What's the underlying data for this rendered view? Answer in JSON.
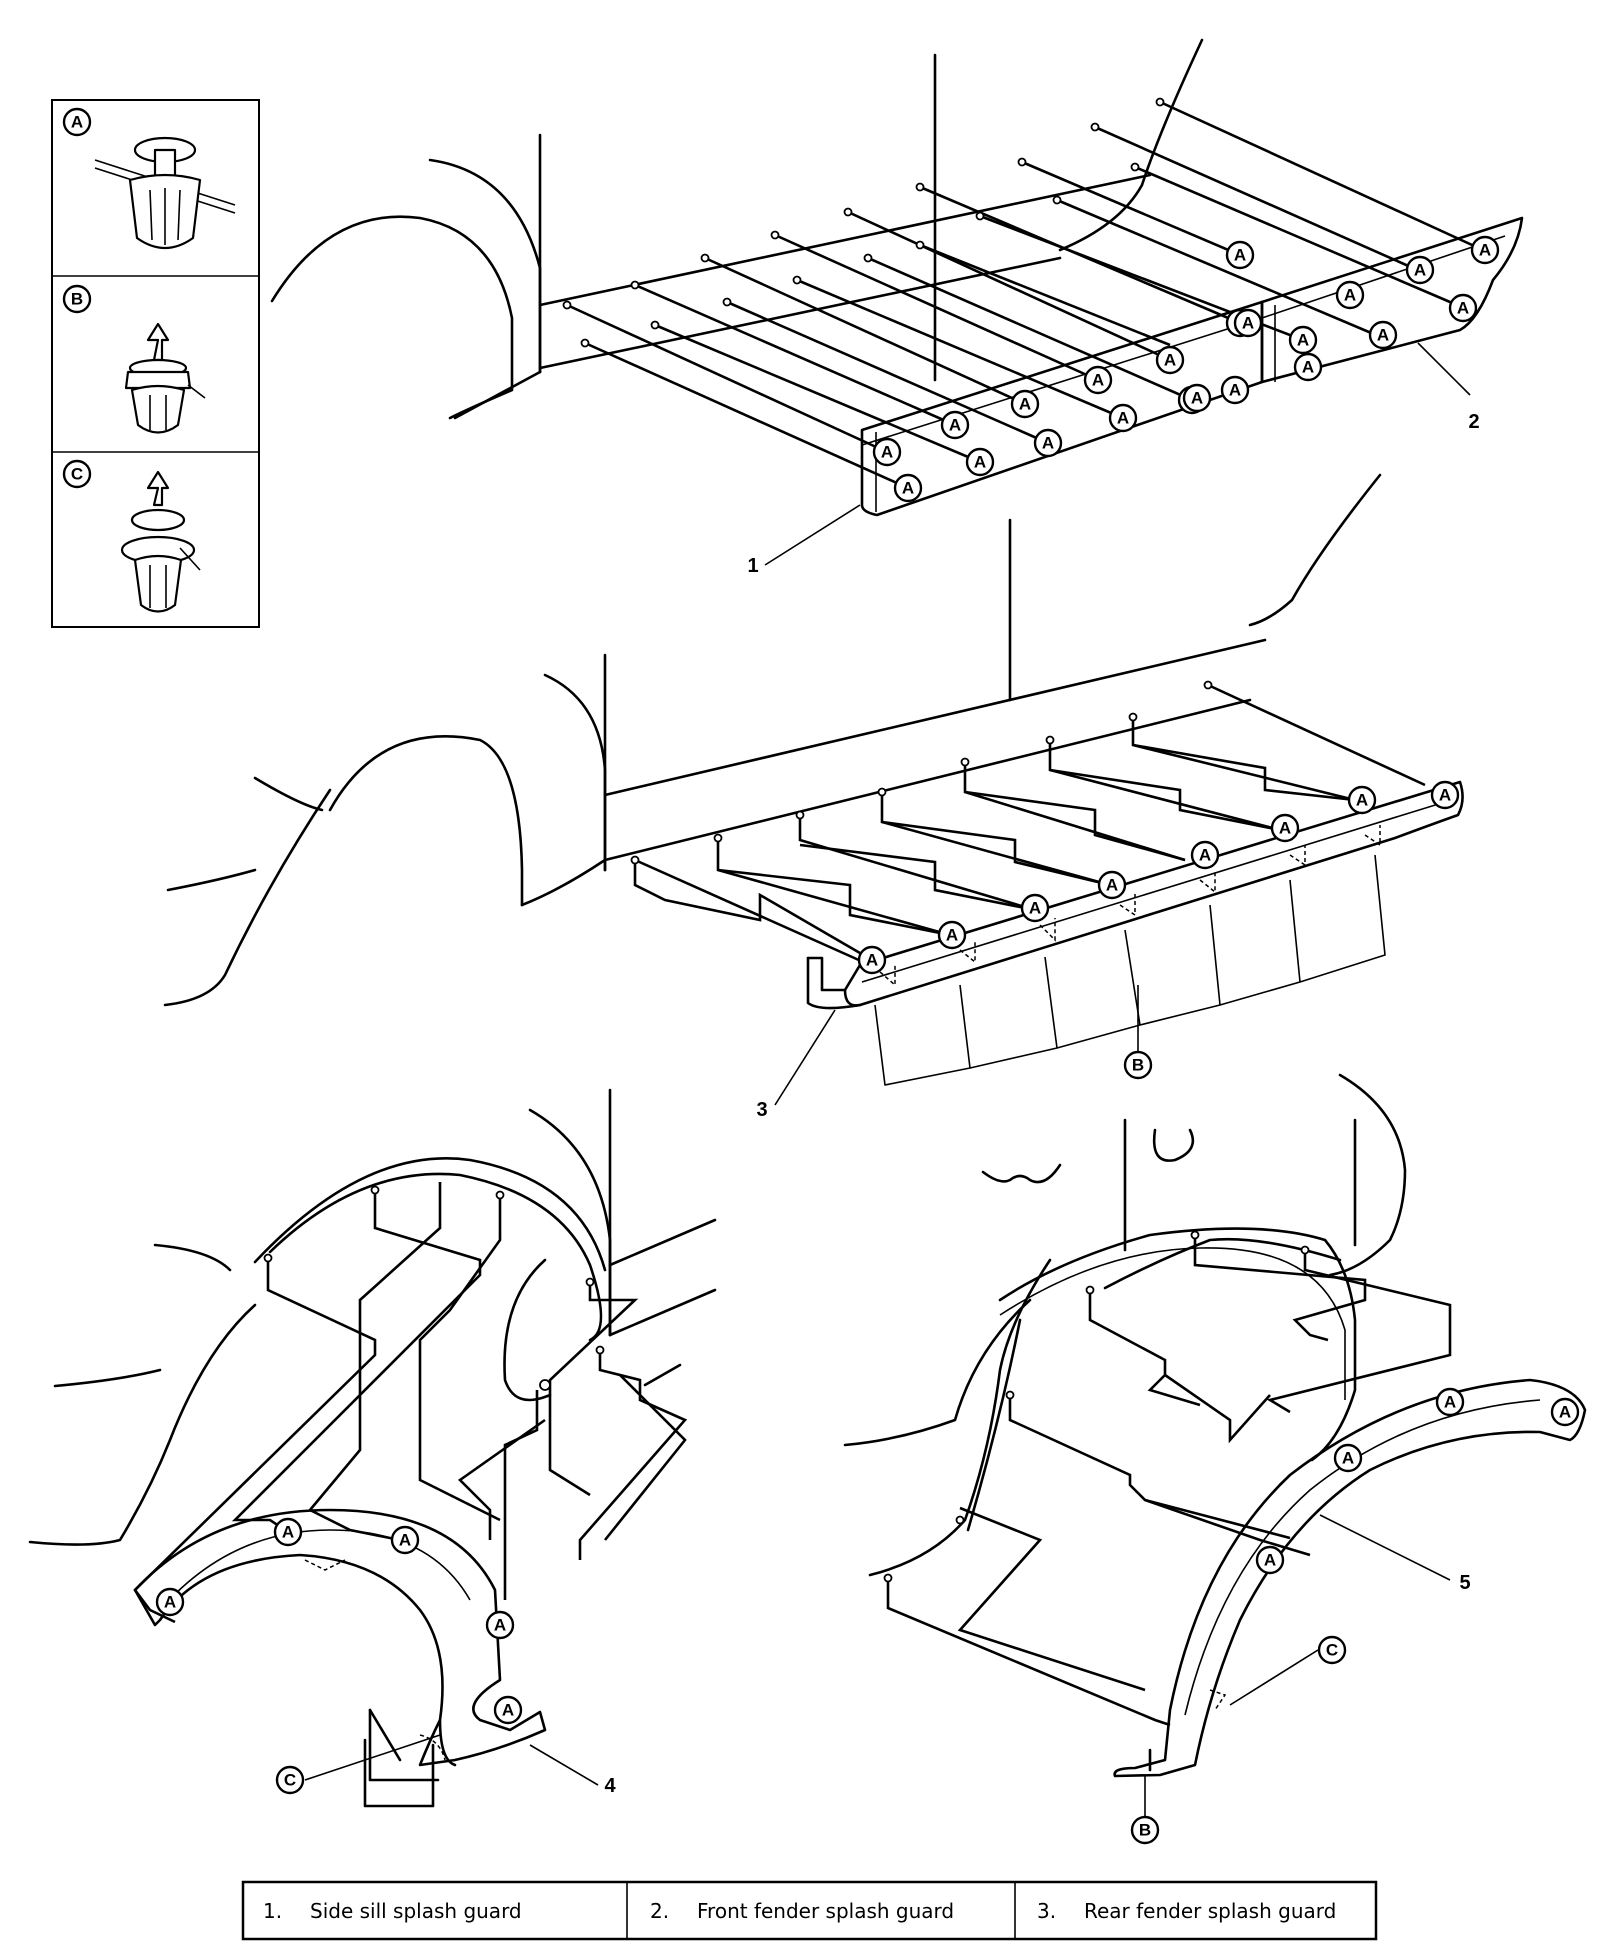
{
  "fastener_key": [
    {
      "letter": "A"
    },
    {
      "letter": "B"
    },
    {
      "letter": "C"
    }
  ],
  "markers": {
    "A": "A",
    "B": "B",
    "C": "C"
  },
  "callouts": {
    "one": "1",
    "two": "2",
    "three": "3",
    "four": "4",
    "five": "5"
  },
  "legend": [
    {
      "number": "1.",
      "label": "Side sill splash guard"
    },
    {
      "number": "2.",
      "label": "Front fender splash guard"
    },
    {
      "number": "3.",
      "label": "Rear fender splash guard"
    }
  ]
}
